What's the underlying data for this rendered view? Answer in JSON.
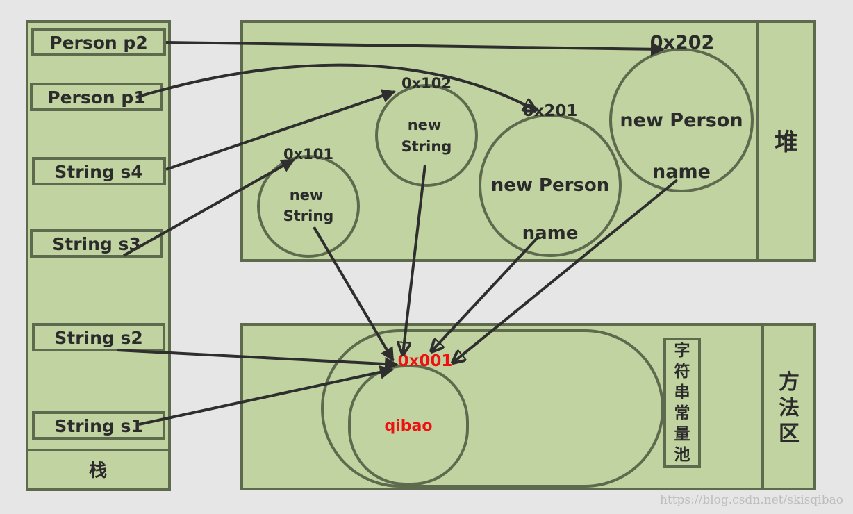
{
  "stack": {
    "title": "栈",
    "vars": [
      "Person p2",
      "Person p1",
      "String s4",
      "String s3",
      "String s2",
      "String s1"
    ]
  },
  "heap": {
    "title": "堆",
    "objects": [
      {
        "addr": "0x101",
        "line1": "new",
        "line2": "String"
      },
      {
        "addr": "0x102",
        "line1": "new",
        "line2": "String"
      },
      {
        "addr": "0x201",
        "line1": "new Person",
        "line2": "name"
      },
      {
        "addr": "0x202",
        "line1": "new Person",
        "line2": "name"
      }
    ]
  },
  "method_area": {
    "title_chars": [
      "方",
      "法",
      "区"
    ],
    "pool_chars": [
      "字",
      "符",
      "串",
      "常",
      "量",
      "池"
    ],
    "string_addr": "0x001",
    "string_value": "qibao"
  },
  "watermark": "https://blog.csdn.net/skisqibao",
  "colors": {
    "fill": "#c0d3a1",
    "stroke": "#5e6a4e",
    "arrow": "#2e2e2e",
    "highlight": "#ee1111"
  }
}
